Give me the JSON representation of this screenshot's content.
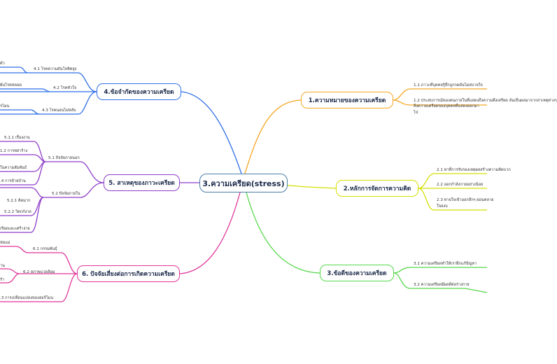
{
  "root": {
    "label": "3.ความเครียด(stress)"
  },
  "branches": {
    "b1": {
      "label": "1.ความหมายของความเครียด",
      "color": "#f5a623",
      "items": [
        "1.1 ภาวะที่บุคคลรู้สึกถูกกดดันไม่สบายใจ",
        "1.2 ประสบการณ์ของคนภายในที่แสดงถึงความตึงเครียด อันเป็นผลมาจากสาเหตุต่างๆ",
        "ไป"
      ]
    },
    "b2": {
      "label": "2.หลักการจัดการความคิด",
      "color": "#d4e000",
      "items": [
        "2.1 หาที่การรับรองเหตุผลสร้างความคิดบวก",
        "2.2 ออกกำลังกายอย่างน้อย",
        "2.3 หายใจเข้าออกลึกๆ ผ่อนคลาย",
        "ใจสงบ"
      ]
    },
    "b3": {
      "label": "3.ข้อดีของความเครียด",
      "color": "#55d84a",
      "items": [
        "3.1 ความเครียดทำให้เราฝึกแก้ปัญหา",
        "3.2 ความเครียดมีผลดีต่อร่างกาย"
      ]
    },
    "b4": {
      "label": "4.ข้อจำกัดของความเครียด",
      "color": "#2f6fe8",
      "items": [
        "4.1 โรคความดันโลหิตสูง",
        "4.2 โรคหัวใจ",
        "4.3 โรคนอนไม่หลับ"
      ],
      "fragments": [
        "ตัว",
        "ผันโรคหลอด",
        "รไมน"
      ]
    },
    "b5": {
      "label": "5. สาเหตุของภาวะเครียด",
      "color": "#8e3ec9",
      "items": [
        "5.1 ปัจจัยภายนอก",
        "5.2 ปัจจัยภายใน"
      ],
      "subitems": [
        "5.1.1 เรื่องงาน",
        "1.2 การหย่าร้าง",
        "ในความสัมพันธ์",
        ".4 การย้ายบ้าน",
        "5.2.1 ติดมาก",
        "5.2.2 วิตกกังวล",
        "เรียดและเศร้าง่าย"
      ]
    },
    "b6": {
      "label": "6. ปัจจัยเสี่ยงต่อการเกิดความเครียด",
      "color": "#e0359a",
      "items": [
        "6.1 กรรมพันธุ์",
        "6.2 สภาพแวดล้อม"
      ],
      "subitems": [
        "ห่อแม่",
        "าน",
        "รำ",
        ".3 การเปลี่ยนแปลงของฮอร์โมน"
      ]
    }
  }
}
